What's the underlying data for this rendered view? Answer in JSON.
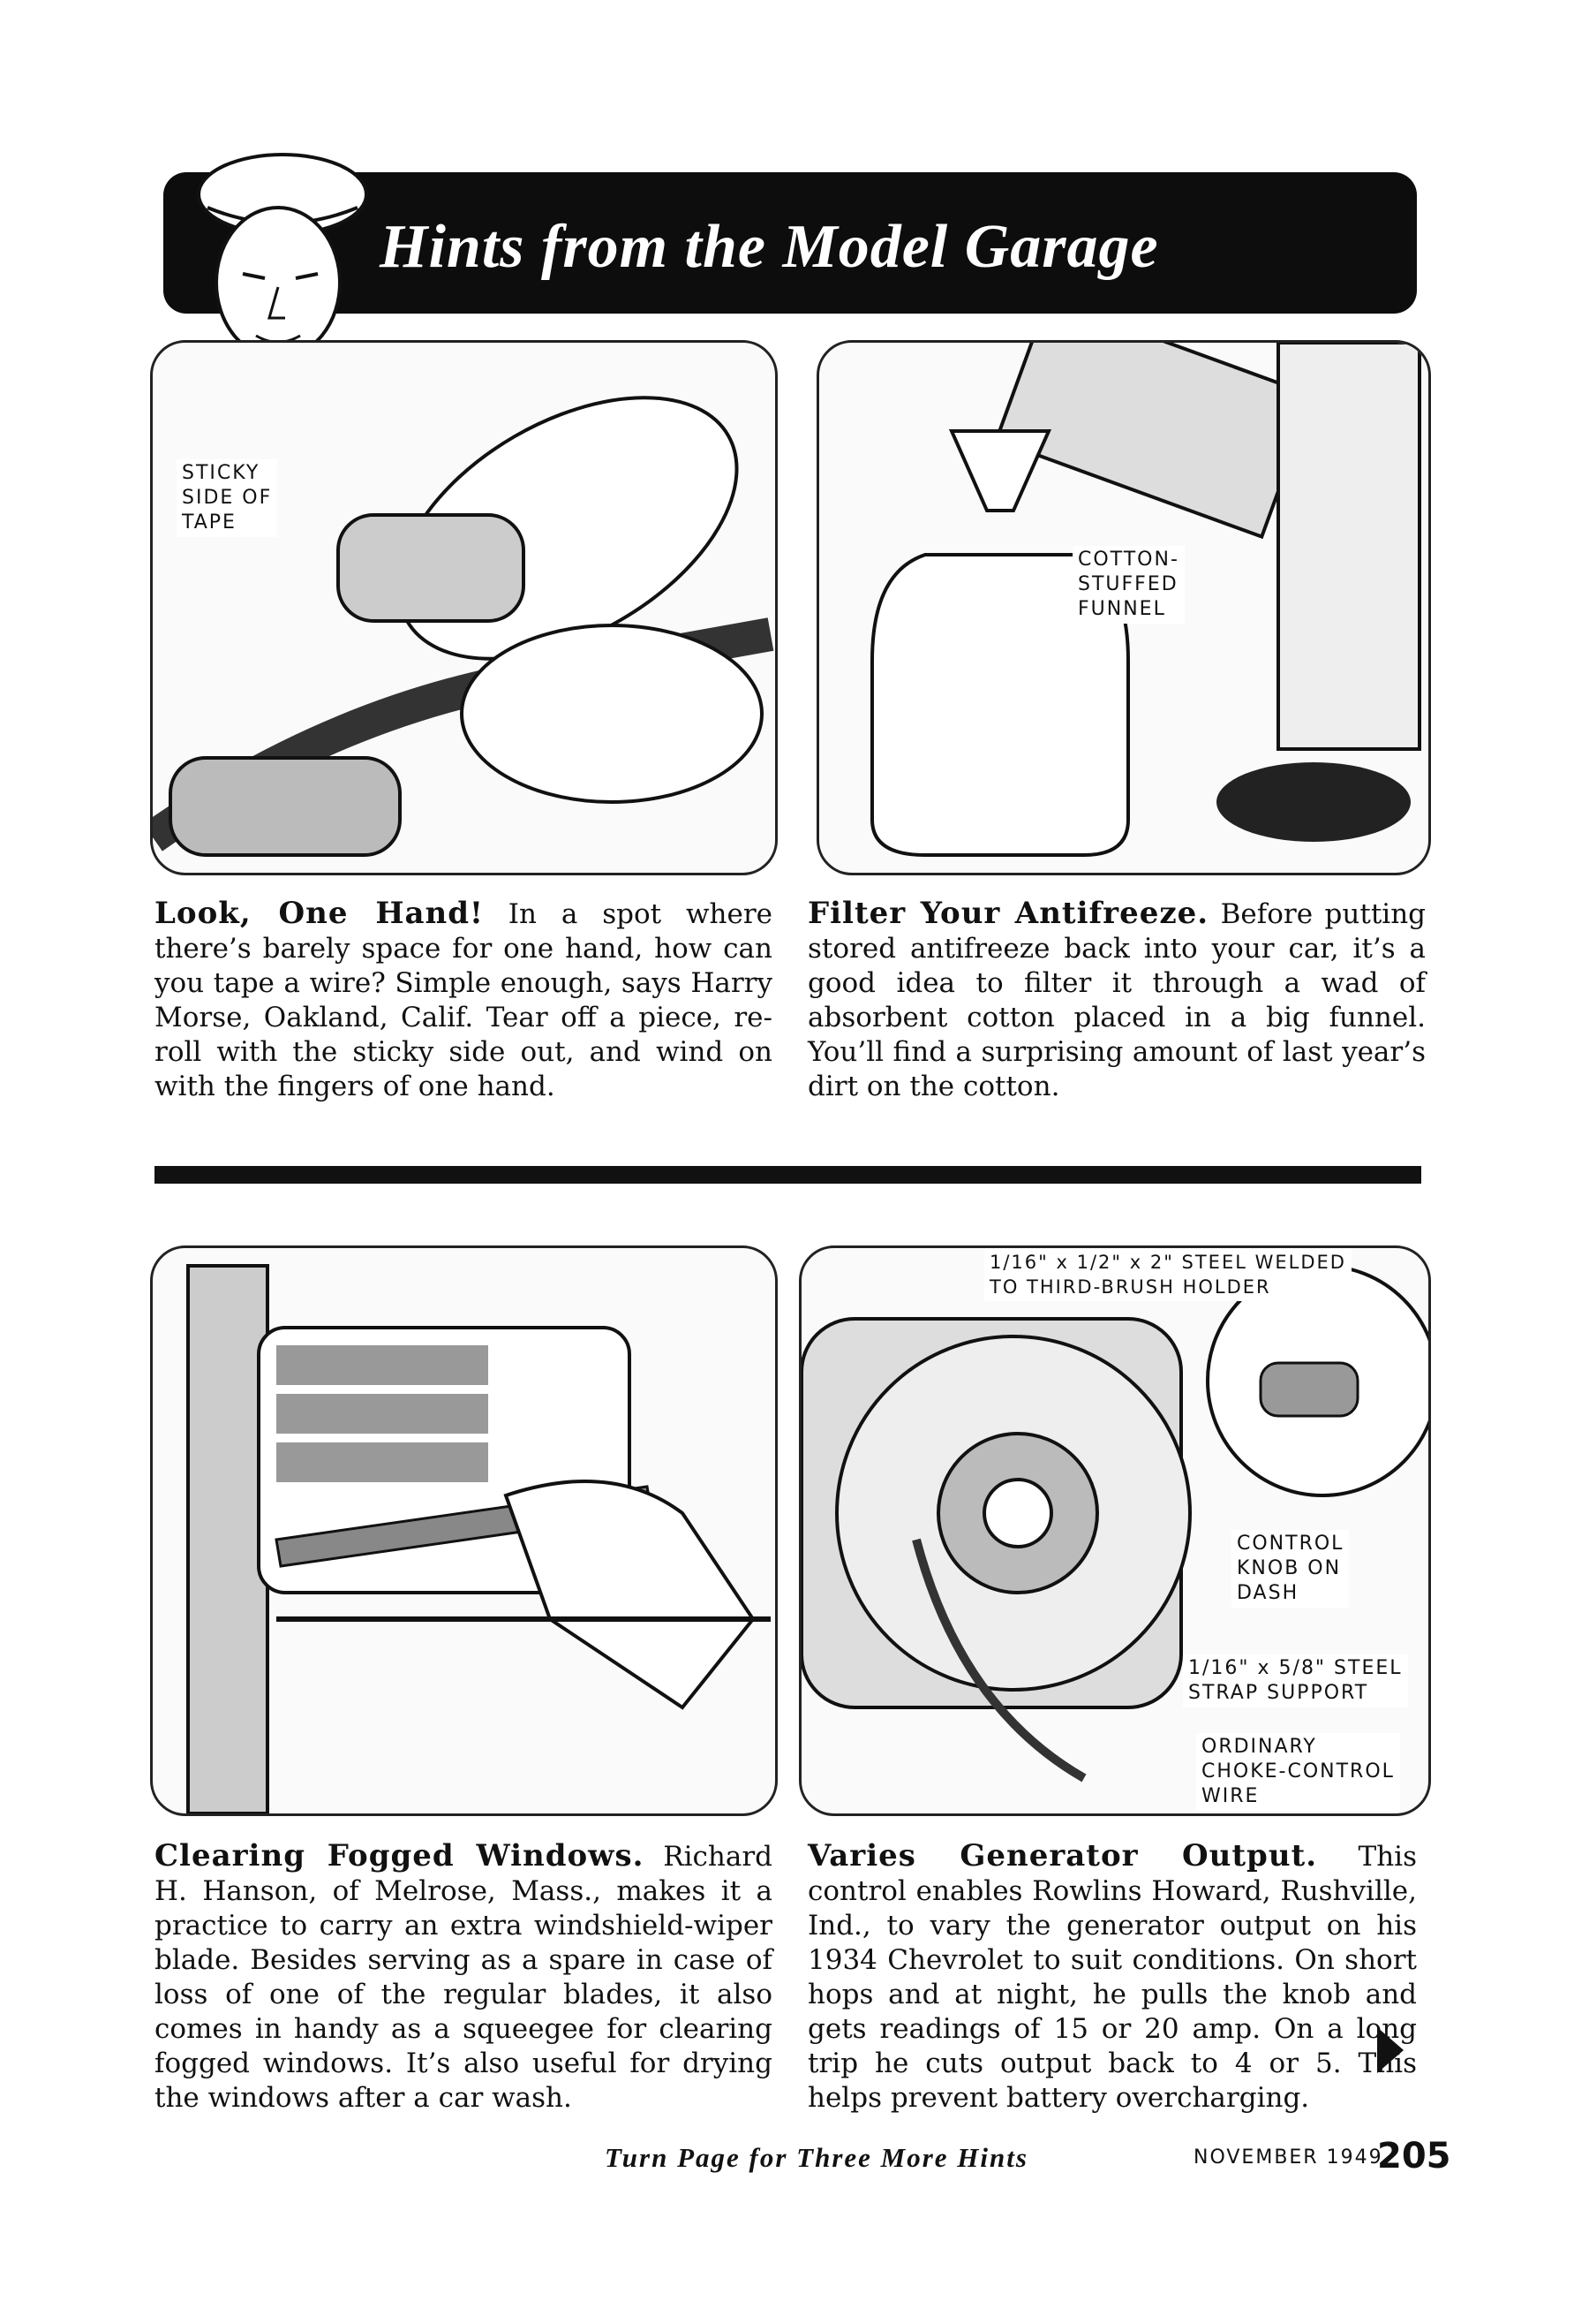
{
  "header": {
    "title": "Hints from the Model Garage"
  },
  "hints": {
    "tape": {
      "lead": "Look, One Hand!",
      "body": " In a spot where there’s barely space for one hand, how can you tape a wire? Simple enough, says Harry Morse, Oakland, Calif. Tear off a piece, re-roll with the sticky side out, and wind on with the fingers of one hand.",
      "labels": {
        "sticky": "STICKY\nSIDE OF\nTAPE"
      }
    },
    "antifreeze": {
      "lead": "Filter Your Antifreeze.",
      "body": " Before putting stored antifreeze back into your car, it’s a good idea to filter it through a wad of absorbent cotton placed in a big funnel. You’ll find a surprising amount of last year’s dirt on the cotton.",
      "labels": {
        "funnel": "COTTON-\nSTUFFED\nFUNNEL"
      }
    },
    "windows": {
      "lead": "Clearing Fogged Windows.",
      "body": " Richard H. Hanson, of Melrose, Mass., makes it a practice to carry an extra windshield-wiper blade. Besides serving as a spare in case of loss of one of the regular blades, it also comes in handy as a squeegee for clearing fogged windows. It’s also useful for drying the windows after a car wash."
    },
    "generator": {
      "lead": "Varies Generator Output.",
      "body": " This control enables Rowlins Howard, Rushville, Ind., to vary the generator output on his 1934 Chevrolet to suit conditions. On short hops and at night, he pulls the knob and gets readings of 15 or 20 amp. On a long trip he cuts output back to 4 or 5. This helps prevent battery overcharging.",
      "labels": {
        "bracket": "1/16\" x 1/2\" x 2\" STEEL WELDED\nTO THIRD-BRUSH HOLDER",
        "knob": "CONTROL\nKNOB ON\nDASH",
        "strap": "1/16\" x 5/8\" STEEL\nSTRAP SUPPORT",
        "wire": "ORDINARY\nCHOKE-CONTROL\nWIRE"
      }
    }
  },
  "footer": {
    "turn_page": "Turn Page for Three More Hints",
    "date": "NOVEMBER 1949",
    "page_number": "205"
  }
}
